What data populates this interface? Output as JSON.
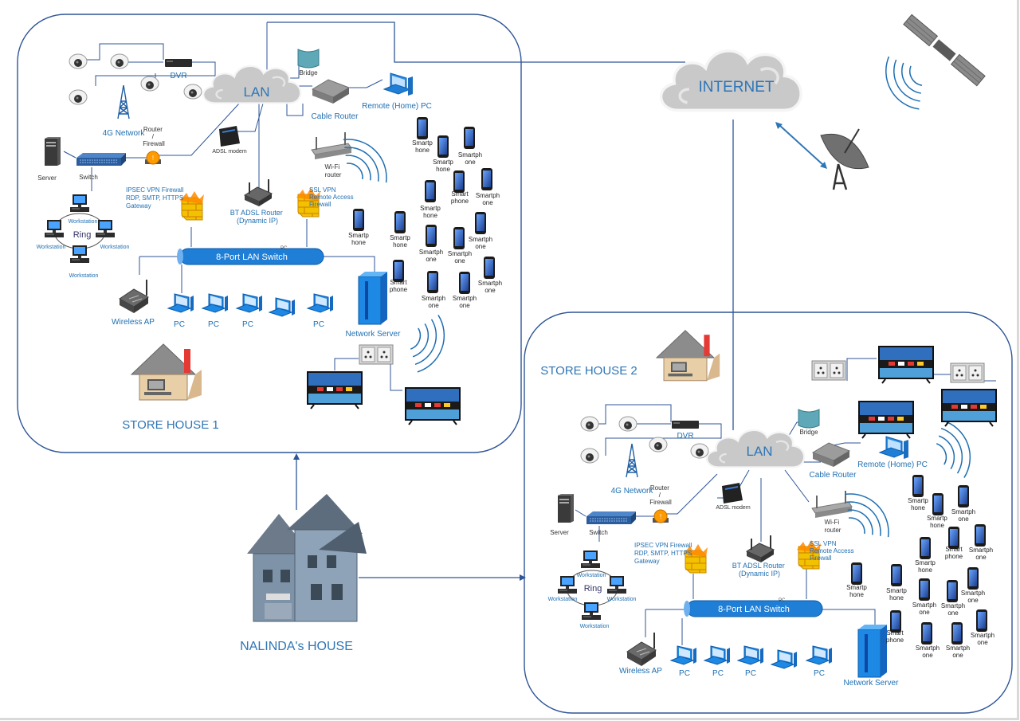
{
  "colors": {
    "frame": "#2f5597",
    "link": "#2e75b6",
    "label_blue": "#1f6fb2",
    "title_blue": "#2e75b6",
    "switch_fill": "#1f7fd6",
    "cloud": "#c7c7c7",
    "device_gray": "#5a5a5a",
    "pc_blue": "#1e88e5",
    "firewall": "#f2c200"
  },
  "internet": {
    "label": "INTERNET"
  },
  "house": {
    "label": "NALINDA's HOUSE"
  },
  "store1": {
    "title": "STORE HOUSE 1",
    "labels": {
      "lan": "LAN",
      "dvr": "DVR",
      "bridge": "Bridge",
      "cable_router": "Cable Router",
      "remote_pc": "Remote (Home) PC",
      "network_4g": "4G Network",
      "router_firewall": [
        "Router",
        "/",
        "Firewall"
      ],
      "adsl_modem": "ADSL modem",
      "server": "Server",
      "switch": "Switch",
      "wifi_router": [
        "Wi-Fi",
        "router"
      ],
      "ipsec": [
        "IPSEC VPN Firewall",
        "RDP, SMTP, HTTPS",
        "Gateway"
      ],
      "ssl": [
        "SSL VPN",
        "Remote Access",
        "Firewall"
      ],
      "bt_adsl": [
        "BT ADSL Router",
        "(Dynamic IP)"
      ],
      "ring": "Ring",
      "workstation": "Workstation",
      "pc_tag": "PC",
      "lan_switch": "8-Port LAN Switch",
      "wireless_ap": "Wireless AP",
      "pc": "PC",
      "network_server": "Network Server",
      "smartphone_a": [
        "Smartp",
        "hone"
      ],
      "smartphone_b": [
        "Smartph",
        "one"
      ],
      "smartphone_c": [
        "Smart",
        "phone"
      ]
    }
  },
  "store2": {
    "title": "STORE HOUSE 2",
    "labels": {
      "lan": "LAN",
      "dvr": "DVR",
      "bridge": "Bridge",
      "cable_router": "Cable Router",
      "remote_pc": "Remote (Home) PC",
      "network_4g": "4G Network",
      "router_firewall": [
        "Router",
        "/",
        "Firewall"
      ],
      "adsl_modem": "ADSL modem",
      "server": "Server",
      "switch": "Switch",
      "wifi_router": [
        "Wi-Fi",
        "router"
      ],
      "ipsec": [
        "IPSEC VPN Firewall",
        "RDP, SMTP, HTTPS",
        "Gateway"
      ],
      "ssl": [
        "SSL VPN",
        "Remote Access",
        "Firewall"
      ],
      "bt_adsl": [
        "BT ADSL Router",
        "(Dynamic IP)"
      ],
      "ring": "Ring",
      "workstation": "Workstation",
      "pc_tag": "PC",
      "lan_switch": "8-Port LAN Switch",
      "wireless_ap": "Wireless AP",
      "pc": "PC",
      "network_server": "Network Server",
      "smartphone_a": [
        "Smartp",
        "hone"
      ],
      "smartphone_b": [
        "Smartph",
        "one"
      ],
      "smartphone_c": [
        "Smart",
        "phone"
      ]
    }
  },
  "icons": [
    "satellite-icon",
    "satellite-dish-icon",
    "cloud-icon",
    "cctv-camera-icon",
    "dvr-icon",
    "cell-tower-icon",
    "router-icon",
    "firewall-icon",
    "server-icon",
    "switch-icon",
    "workstation-icon",
    "pc-icon",
    "wireless-ap-icon",
    "smartphone-icon",
    "smart-tv-icon",
    "wall-outlet-icon",
    "house-icon",
    "store-house-icon",
    "wifi-signal-icon"
  ]
}
